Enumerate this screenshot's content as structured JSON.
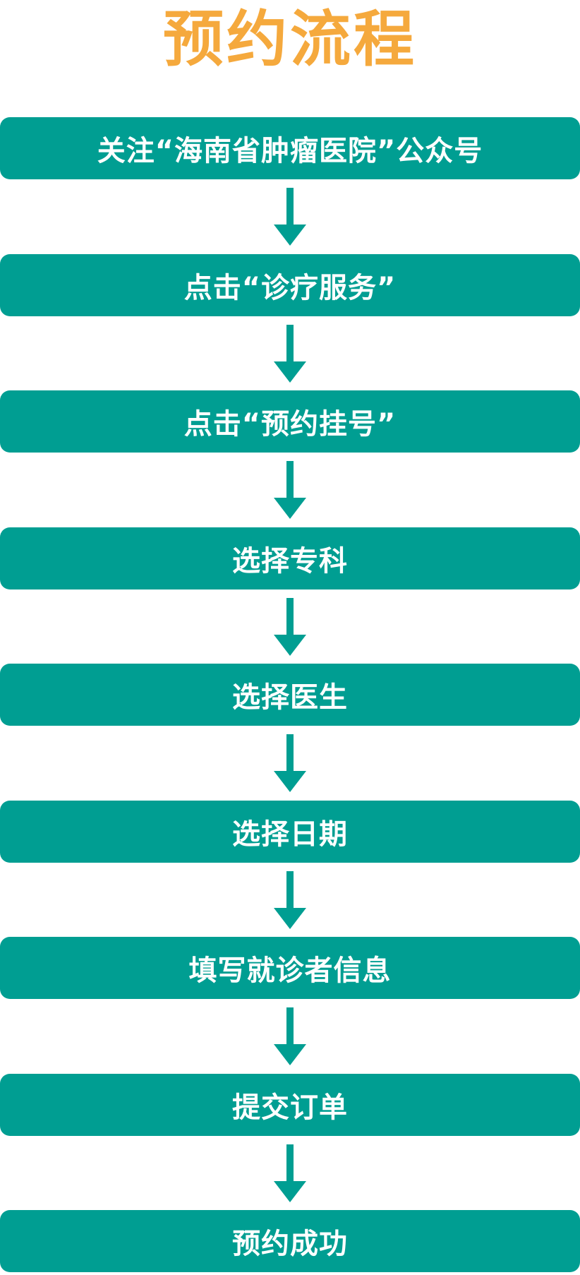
{
  "title": "预约流程",
  "colors": {
    "title": "#f5a93d",
    "step_background": "#009e92",
    "step_text": "#ffffff",
    "arrow": "#009e92"
  },
  "steps": [
    {
      "label": "关注“海南省肿瘤医院”公众号"
    },
    {
      "label": "点击“诊疗服务”"
    },
    {
      "label": "点击“预约挂号”"
    },
    {
      "label": "选择专科"
    },
    {
      "label": "选择医生"
    },
    {
      "label": "选择日期"
    },
    {
      "label": "填写就诊者信息"
    },
    {
      "label": "提交订单"
    },
    {
      "label": "预约成功"
    }
  ],
  "arrow_icon": "arrow-down-icon"
}
